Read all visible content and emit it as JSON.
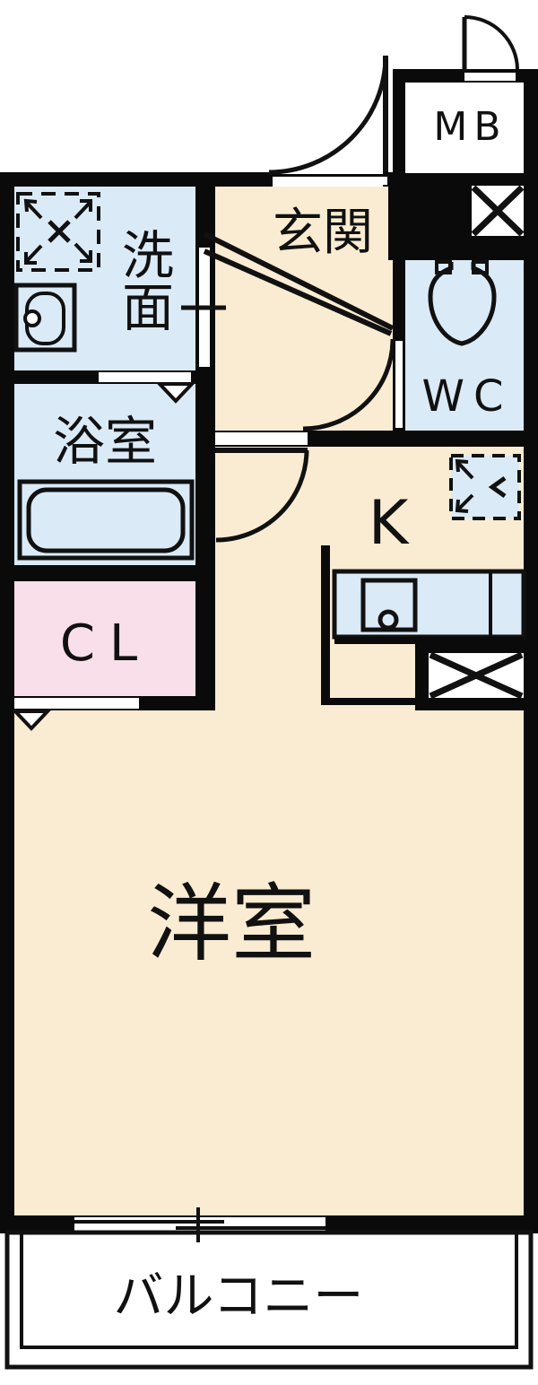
{
  "title": "1K apartment floor plan",
  "colors": {
    "wall": "#0a0a0a",
    "line": "#111111",
    "room_beige": "#faecd2",
    "room_blue": "#dbeaf7",
    "room_pink": "#f9dfe9",
    "background": "#ffffff"
  },
  "rooms": {
    "genkan": "玄関",
    "senmen": "洗面",
    "yokushitsu": "浴室",
    "closet": "CL",
    "wc": "WC",
    "meter_box": "MB",
    "kitchen": "K",
    "western_room": "洋室",
    "balcony": "バルコニー"
  }
}
